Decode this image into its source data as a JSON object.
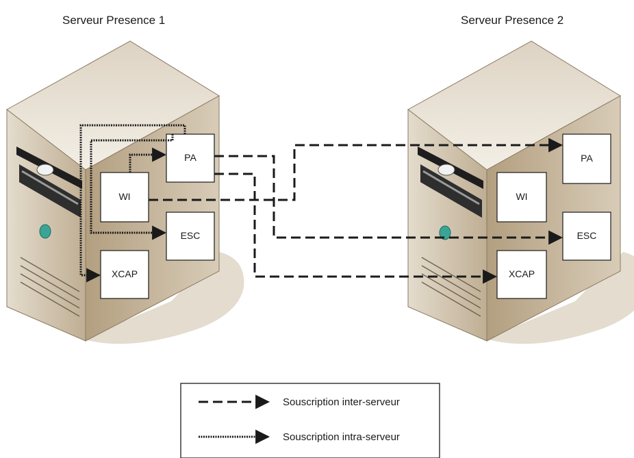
{
  "servers": [
    {
      "title": "Serveur Presence 1",
      "components": {
        "pa": "PA",
        "wi": "WI",
        "esc": "ESC",
        "xcap": "XCAP"
      }
    },
    {
      "title": "Serveur Presence 2",
      "components": {
        "pa": "PA",
        "wi": "WI",
        "esc": "ESC",
        "xcap": "XCAP"
      }
    }
  ],
  "legend": {
    "inter_server": "Souscription inter-serveur",
    "intra_server": "Souscription intra-serveur"
  },
  "colors": {
    "server_front": "#cdbfa8",
    "server_side": "#b8a68a",
    "server_top": "#ece6da",
    "shadow": "#e3dccf",
    "slot_dark": "#1e1e1e",
    "led": "#3aa595",
    "line": "#1a1a1a"
  }
}
